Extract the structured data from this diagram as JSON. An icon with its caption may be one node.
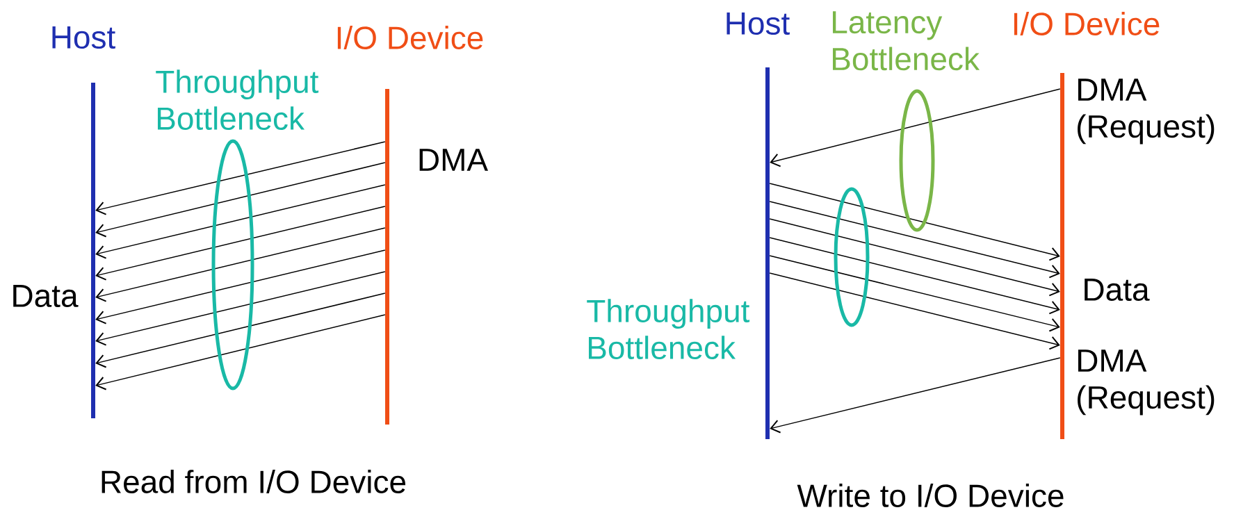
{
  "diagram": {
    "nodes": [
      {
        "text": [
          "Host"
        ]
      },
      {
        "text": [
          "I/O Device"
        ]
      },
      {
        "text": [
          "Host"
        ]
      },
      {
        "text": [
          "I/O Device"
        ]
      }
    ],
    "edges": [
      {
        "from": 1,
        "to": 0,
        "arrow": "to"
      },
      {
        "from": 1,
        "to": 0,
        "arrow": "to"
      },
      {
        "from": 1,
        "to": 0,
        "arrow": "to"
      },
      {
        "from": 1,
        "to": 0,
        "arrow": "to"
      },
      {
        "from": 1,
        "to": 0,
        "arrow": "to"
      },
      {
        "from": 1,
        "to": 0,
        "arrow": "to"
      },
      {
        "from": 1,
        "to": 0,
        "arrow": "to"
      },
      {
        "from": 1,
        "to": 0,
        "arrow": "to"
      },
      {
        "from": 1,
        "to": 0,
        "arrow": "to"
      },
      {
        "from": 3,
        "to": 2,
        "arrow": "to"
      },
      {
        "from": 2,
        "to": 3,
        "arrow": "to"
      },
      {
        "from": 2,
        "to": 3,
        "arrow": "to"
      },
      {
        "from": 2,
        "to": 3,
        "arrow": "to"
      },
      {
        "from": 2,
        "to": 3,
        "arrow": "to"
      },
      {
        "from": 2,
        "to": 3,
        "arrow": "to"
      },
      {
        "from": 2,
        "to": 3,
        "arrow": "to"
      },
      {
        "from": 3,
        "to": 2,
        "arrow": "to"
      }
    ],
    "labels": [
      "Throughput Bottleneck",
      "DMA",
      "Data",
      "Read from I/O Device",
      "Latency Bottleneck",
      "DMA (Request)",
      "Data",
      "Throughput Bottleneck",
      "DMA (Request)",
      "Write to I/O Device"
    ]
  }
}
